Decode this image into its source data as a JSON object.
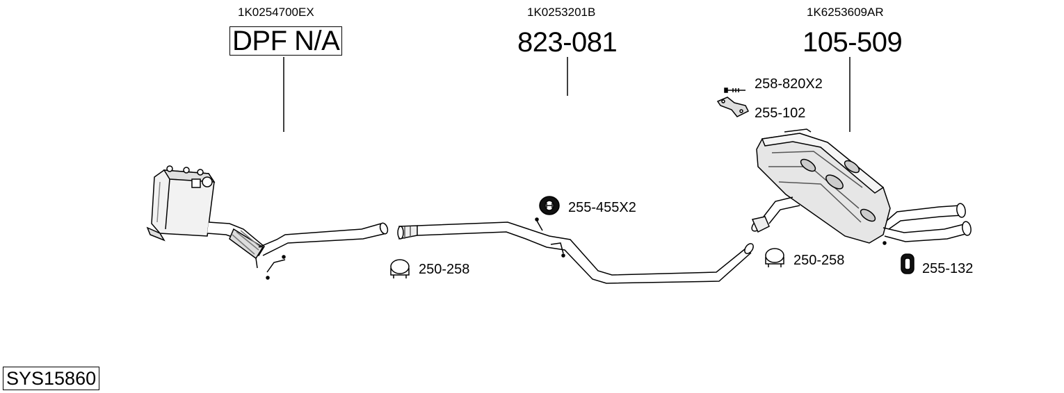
{
  "groups": [
    {
      "oem": "1K0254700EX",
      "part": "DPF N/A"
    },
    {
      "oem": "1K0253201B",
      "part": "823-081"
    },
    {
      "oem": "1K6253609AR",
      "part": "105-509"
    }
  ],
  "fittings": {
    "clamp_left": "250-258",
    "hanger_center": "255-455X2",
    "bolt": "258-820X2",
    "bracket": "255-102",
    "clamp_right": "250-258",
    "rubber_mount": "255-132"
  },
  "system_id": "SYS15860"
}
